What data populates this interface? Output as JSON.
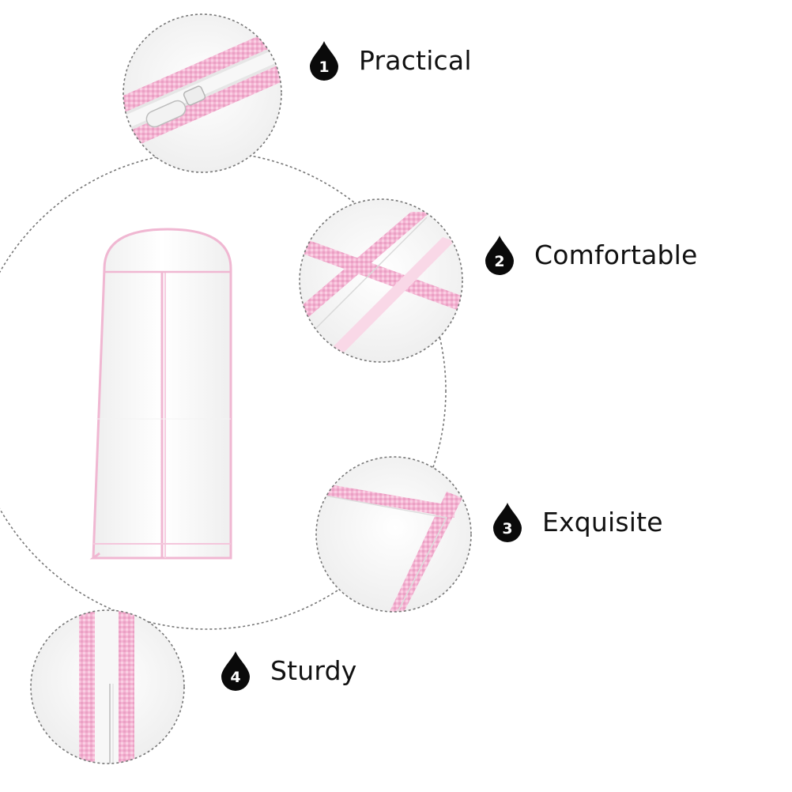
{
  "colors": {
    "trim_pink": "#f2b5d3",
    "bag_white": "#fafafa",
    "drop_black": "#0a0a0a",
    "dashed_line": "#777777"
  },
  "features": [
    {
      "number": "1",
      "label": "Practical",
      "icon": "water-drop-icon"
    },
    {
      "number": "2",
      "label": "Comfortable",
      "icon": "water-drop-icon"
    },
    {
      "number": "3",
      "label": "Exquisite",
      "icon": "water-drop-icon"
    },
    {
      "number": "4",
      "label": "Sturdy",
      "icon": "water-drop-icon"
    }
  ]
}
